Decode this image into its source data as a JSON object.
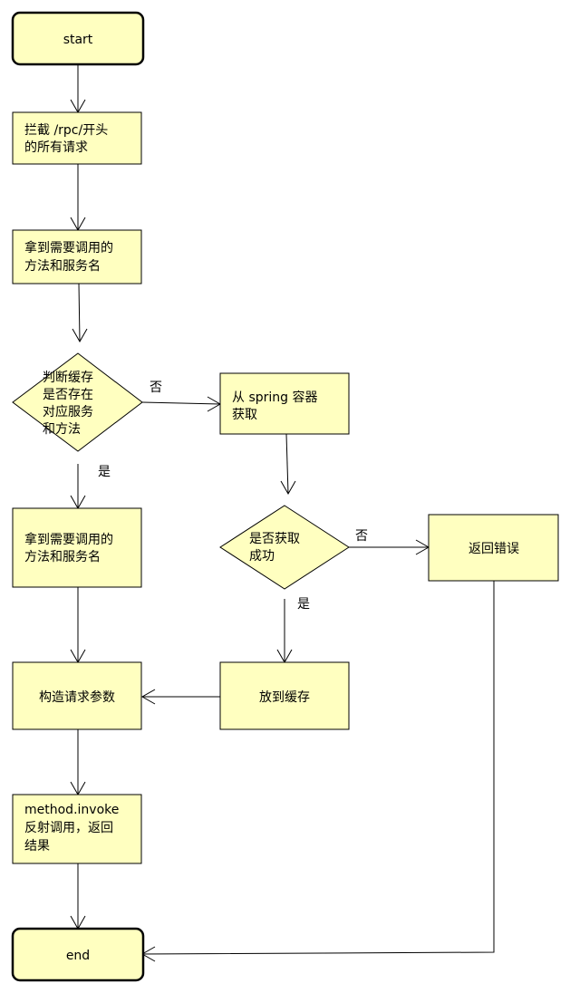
{
  "nodes": {
    "start": [
      "start"
    ],
    "intercept": [
      "拦截 /rpc/开头",
      "的所有请求"
    ],
    "get_method": [
      "拿到需要调用的",
      "方法和服务名"
    ],
    "check_cache": [
      "判断缓存",
      "是否存在",
      "对应服务",
      "和方法"
    ],
    "get_spring": [
      "从 spring 容器",
      "获取"
    ],
    "get_method2": [
      "拿到需要调用的",
      "方法和服务名"
    ],
    "success": [
      "是否获取",
      "成功"
    ],
    "return_error": [
      "返回错误"
    ],
    "build_params": [
      "构造请求参数"
    ],
    "put_cache": [
      "放到缓存"
    ],
    "invoke": [
      "method.invoke",
      "反射调用，返回",
      "结果"
    ],
    "end": [
      "end"
    ]
  },
  "edge_labels": {
    "cache_no": "否",
    "cache_yes": "是",
    "success_no": "否",
    "success_yes": "是"
  },
  "colors": {
    "fill": "#ffffc0",
    "stroke": "#000000"
  }
}
